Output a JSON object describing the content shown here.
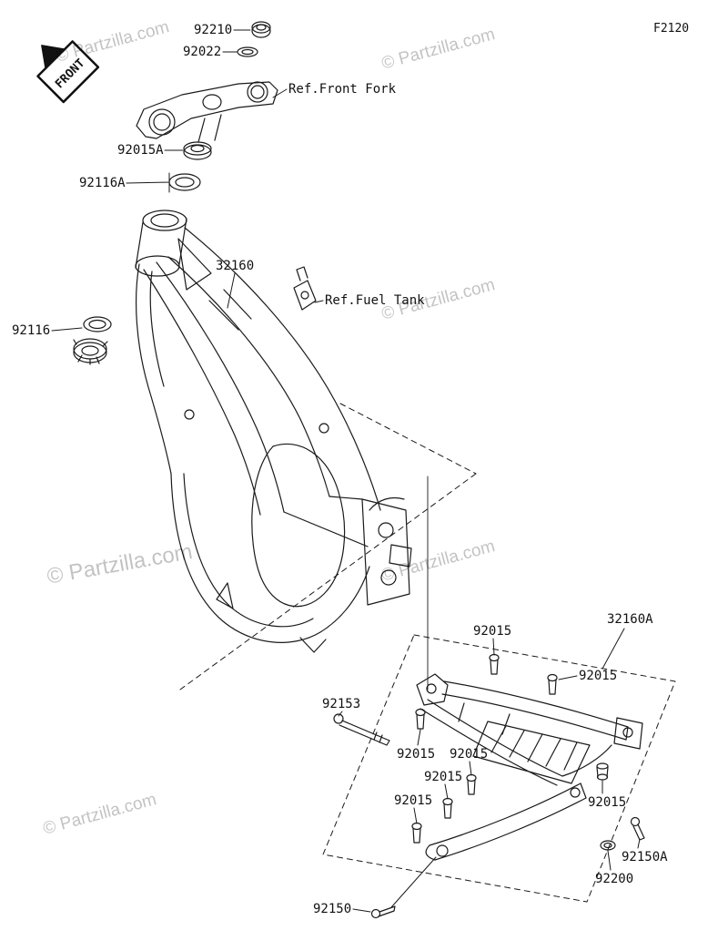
{
  "page": {
    "diagram_code": "F2120",
    "front_arrow_label": "FRONT",
    "watermark": "© Partzilla.com"
  },
  "labels": [
    {
      "part": "92210",
      "text": "92210"
    },
    {
      "part": "92022",
      "text": "92022"
    },
    {
      "part": "ref-front-fork",
      "text": "Ref.Front Fork"
    },
    {
      "part": "92015A",
      "text": "92015A"
    },
    {
      "part": "92116A",
      "text": "92116A"
    },
    {
      "part": "32160",
      "text": "32160"
    },
    {
      "part": "ref-fuel-tank",
      "text": "Ref.Fuel Tank"
    },
    {
      "part": "92116",
      "text": "92116"
    },
    {
      "part": "92015",
      "text": "92015"
    },
    {
      "part": "32160A",
      "text": "32160A"
    },
    {
      "part": "92015",
      "text": "92015"
    },
    {
      "part": "92153",
      "text": "92153"
    },
    {
      "part": "92015",
      "text": "92015"
    },
    {
      "part": "92015",
      "text": "92015"
    },
    {
      "part": "92015",
      "text": "92015"
    },
    {
      "part": "92015",
      "text": "92015"
    },
    {
      "part": "92015",
      "text": "92015"
    },
    {
      "part": "92150A",
      "text": "92150A"
    },
    {
      "part": "92200",
      "text": "92200"
    },
    {
      "part": "92150",
      "text": "92150"
    }
  ]
}
